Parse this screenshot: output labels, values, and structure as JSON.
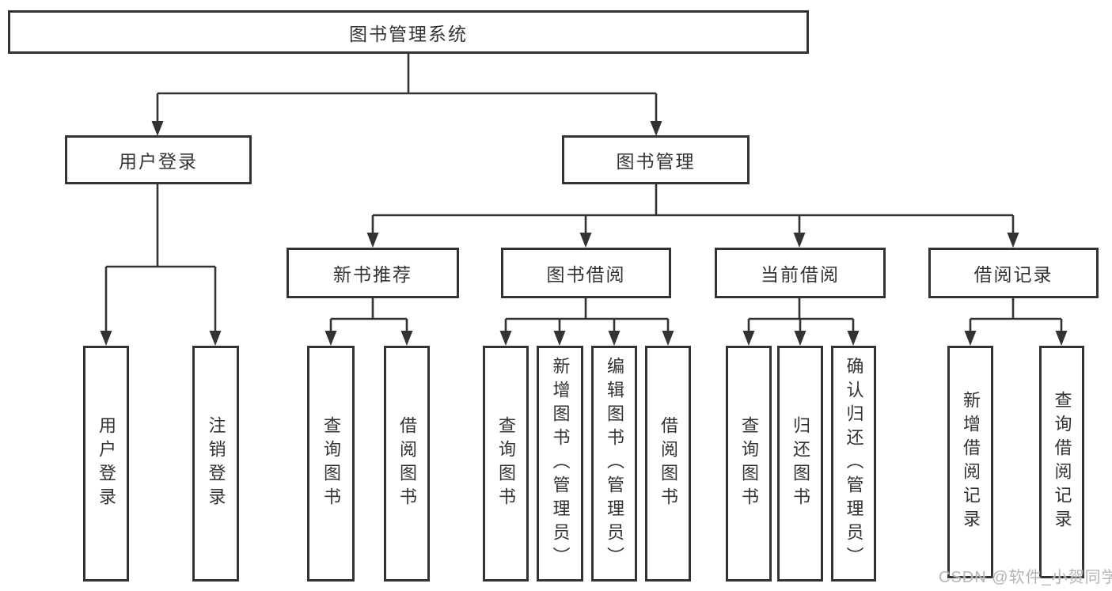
{
  "title": "图书管理系统",
  "colors": {
    "line": "#333333",
    "text": "#333333",
    "background": "#ffffff",
    "watermark": "#b5b5b5"
  },
  "tree": {
    "root": "图书管理系统",
    "branches": [
      {
        "label": "用户登录",
        "children": [
          "用户登录",
          "注销登录"
        ]
      },
      {
        "label": "图书管理",
        "children": [
          {
            "label": "新书推荐",
            "children": [
              "查询图书",
              "借阅图书"
            ]
          },
          {
            "label": "图书借阅",
            "children": [
              "查询图书",
              "新增图书（管理员）",
              "编辑图书（管理员）",
              "借阅图书"
            ]
          },
          {
            "label": "当前借阅",
            "children": [
              "查询图书",
              "归还图书",
              "确认归还（管理员）"
            ]
          },
          {
            "label": "借阅记录",
            "children": [
              "新增借阅记录",
              "查询借阅记录"
            ]
          }
        ]
      }
    ]
  },
  "watermark": {
    "text": "CSDN @软件_小贺同学"
  }
}
